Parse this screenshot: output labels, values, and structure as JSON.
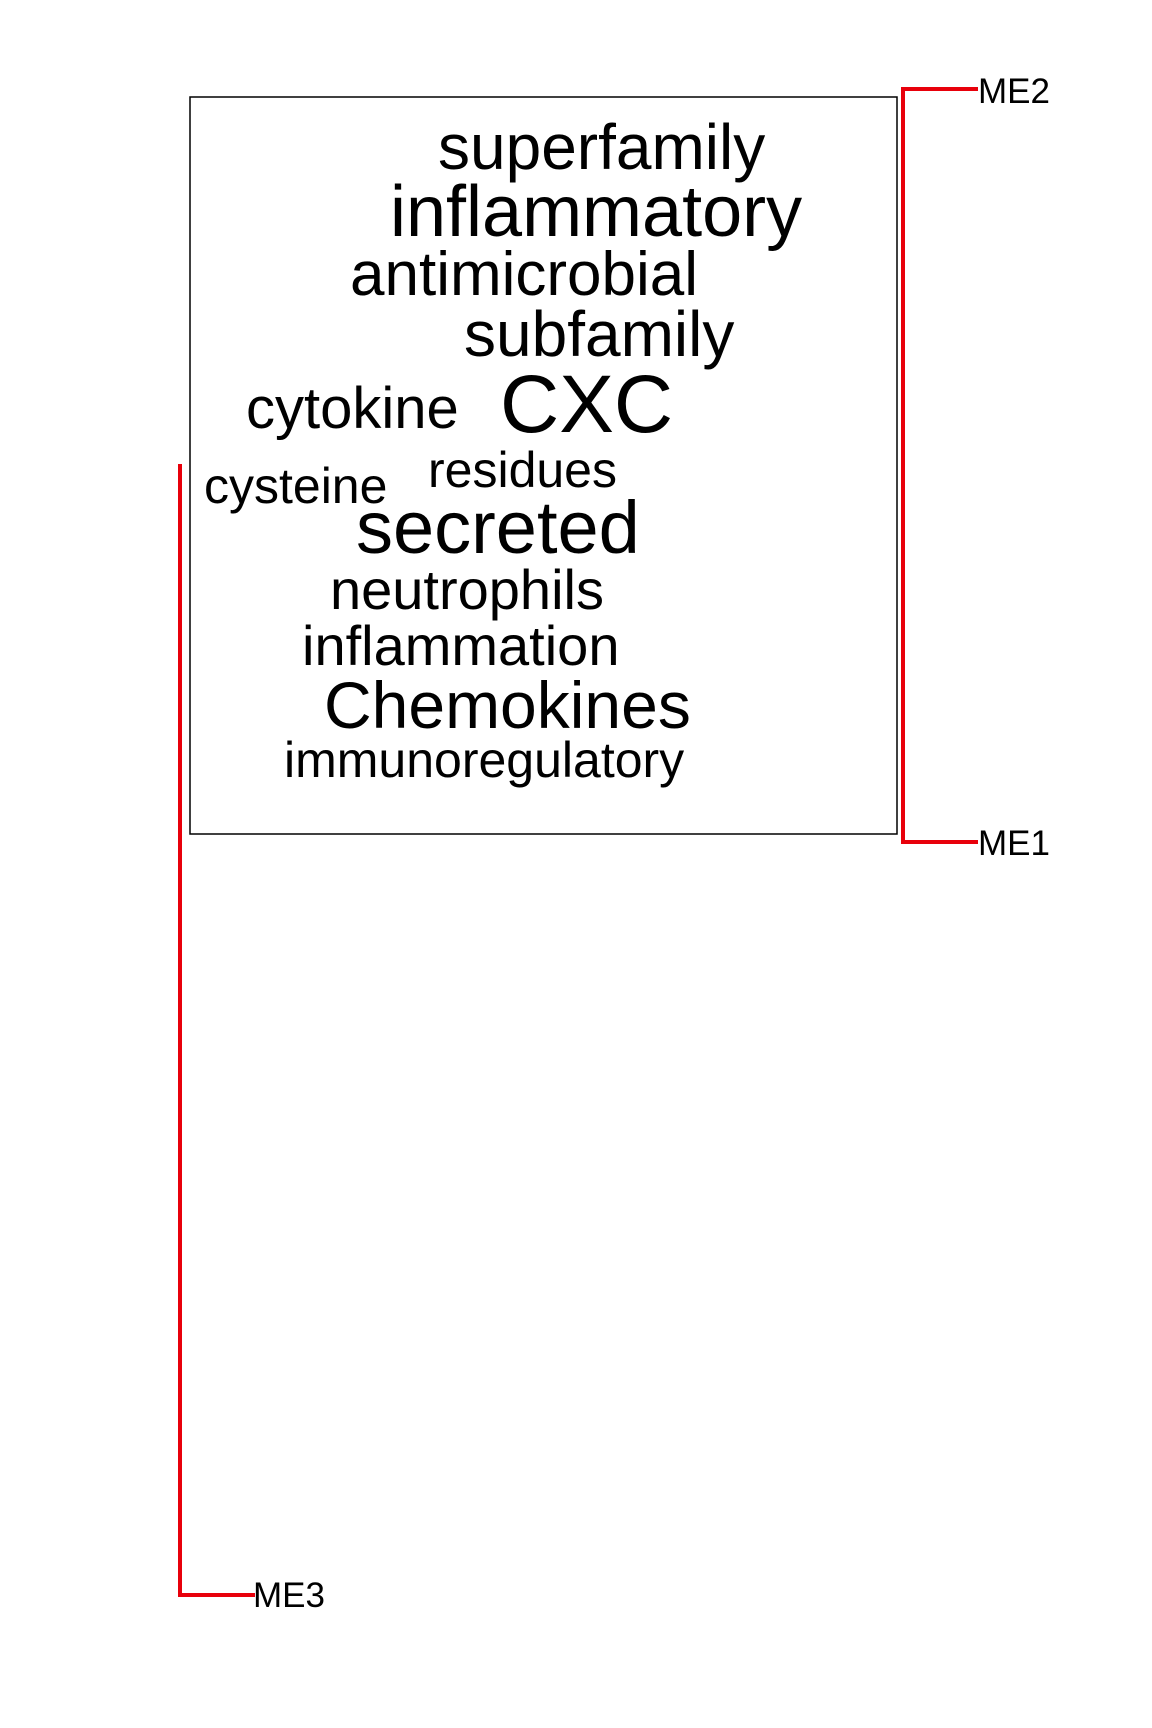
{
  "tree": {
    "leaves": [
      {
        "id": "me2",
        "label": "ME2"
      },
      {
        "id": "me1",
        "label": "ME1"
      },
      {
        "id": "me3",
        "label": "ME3"
      }
    ],
    "branch_color": "#e8000b",
    "box_color": "#000000"
  },
  "wordcloud": {
    "words": [
      {
        "text": "superfamily"
      },
      {
        "text": "inflammatory"
      },
      {
        "text": "antimicrobial"
      },
      {
        "text": "subfamily"
      },
      {
        "text": "cytokine"
      },
      {
        "text": "CXC"
      },
      {
        "text": "cysteine"
      },
      {
        "text": "residues"
      },
      {
        "text": "secreted"
      },
      {
        "text": "neutrophils"
      },
      {
        "text": "inflammation"
      },
      {
        "text": "Chemokines"
      },
      {
        "text": "immunoregulatory"
      }
    ]
  }
}
